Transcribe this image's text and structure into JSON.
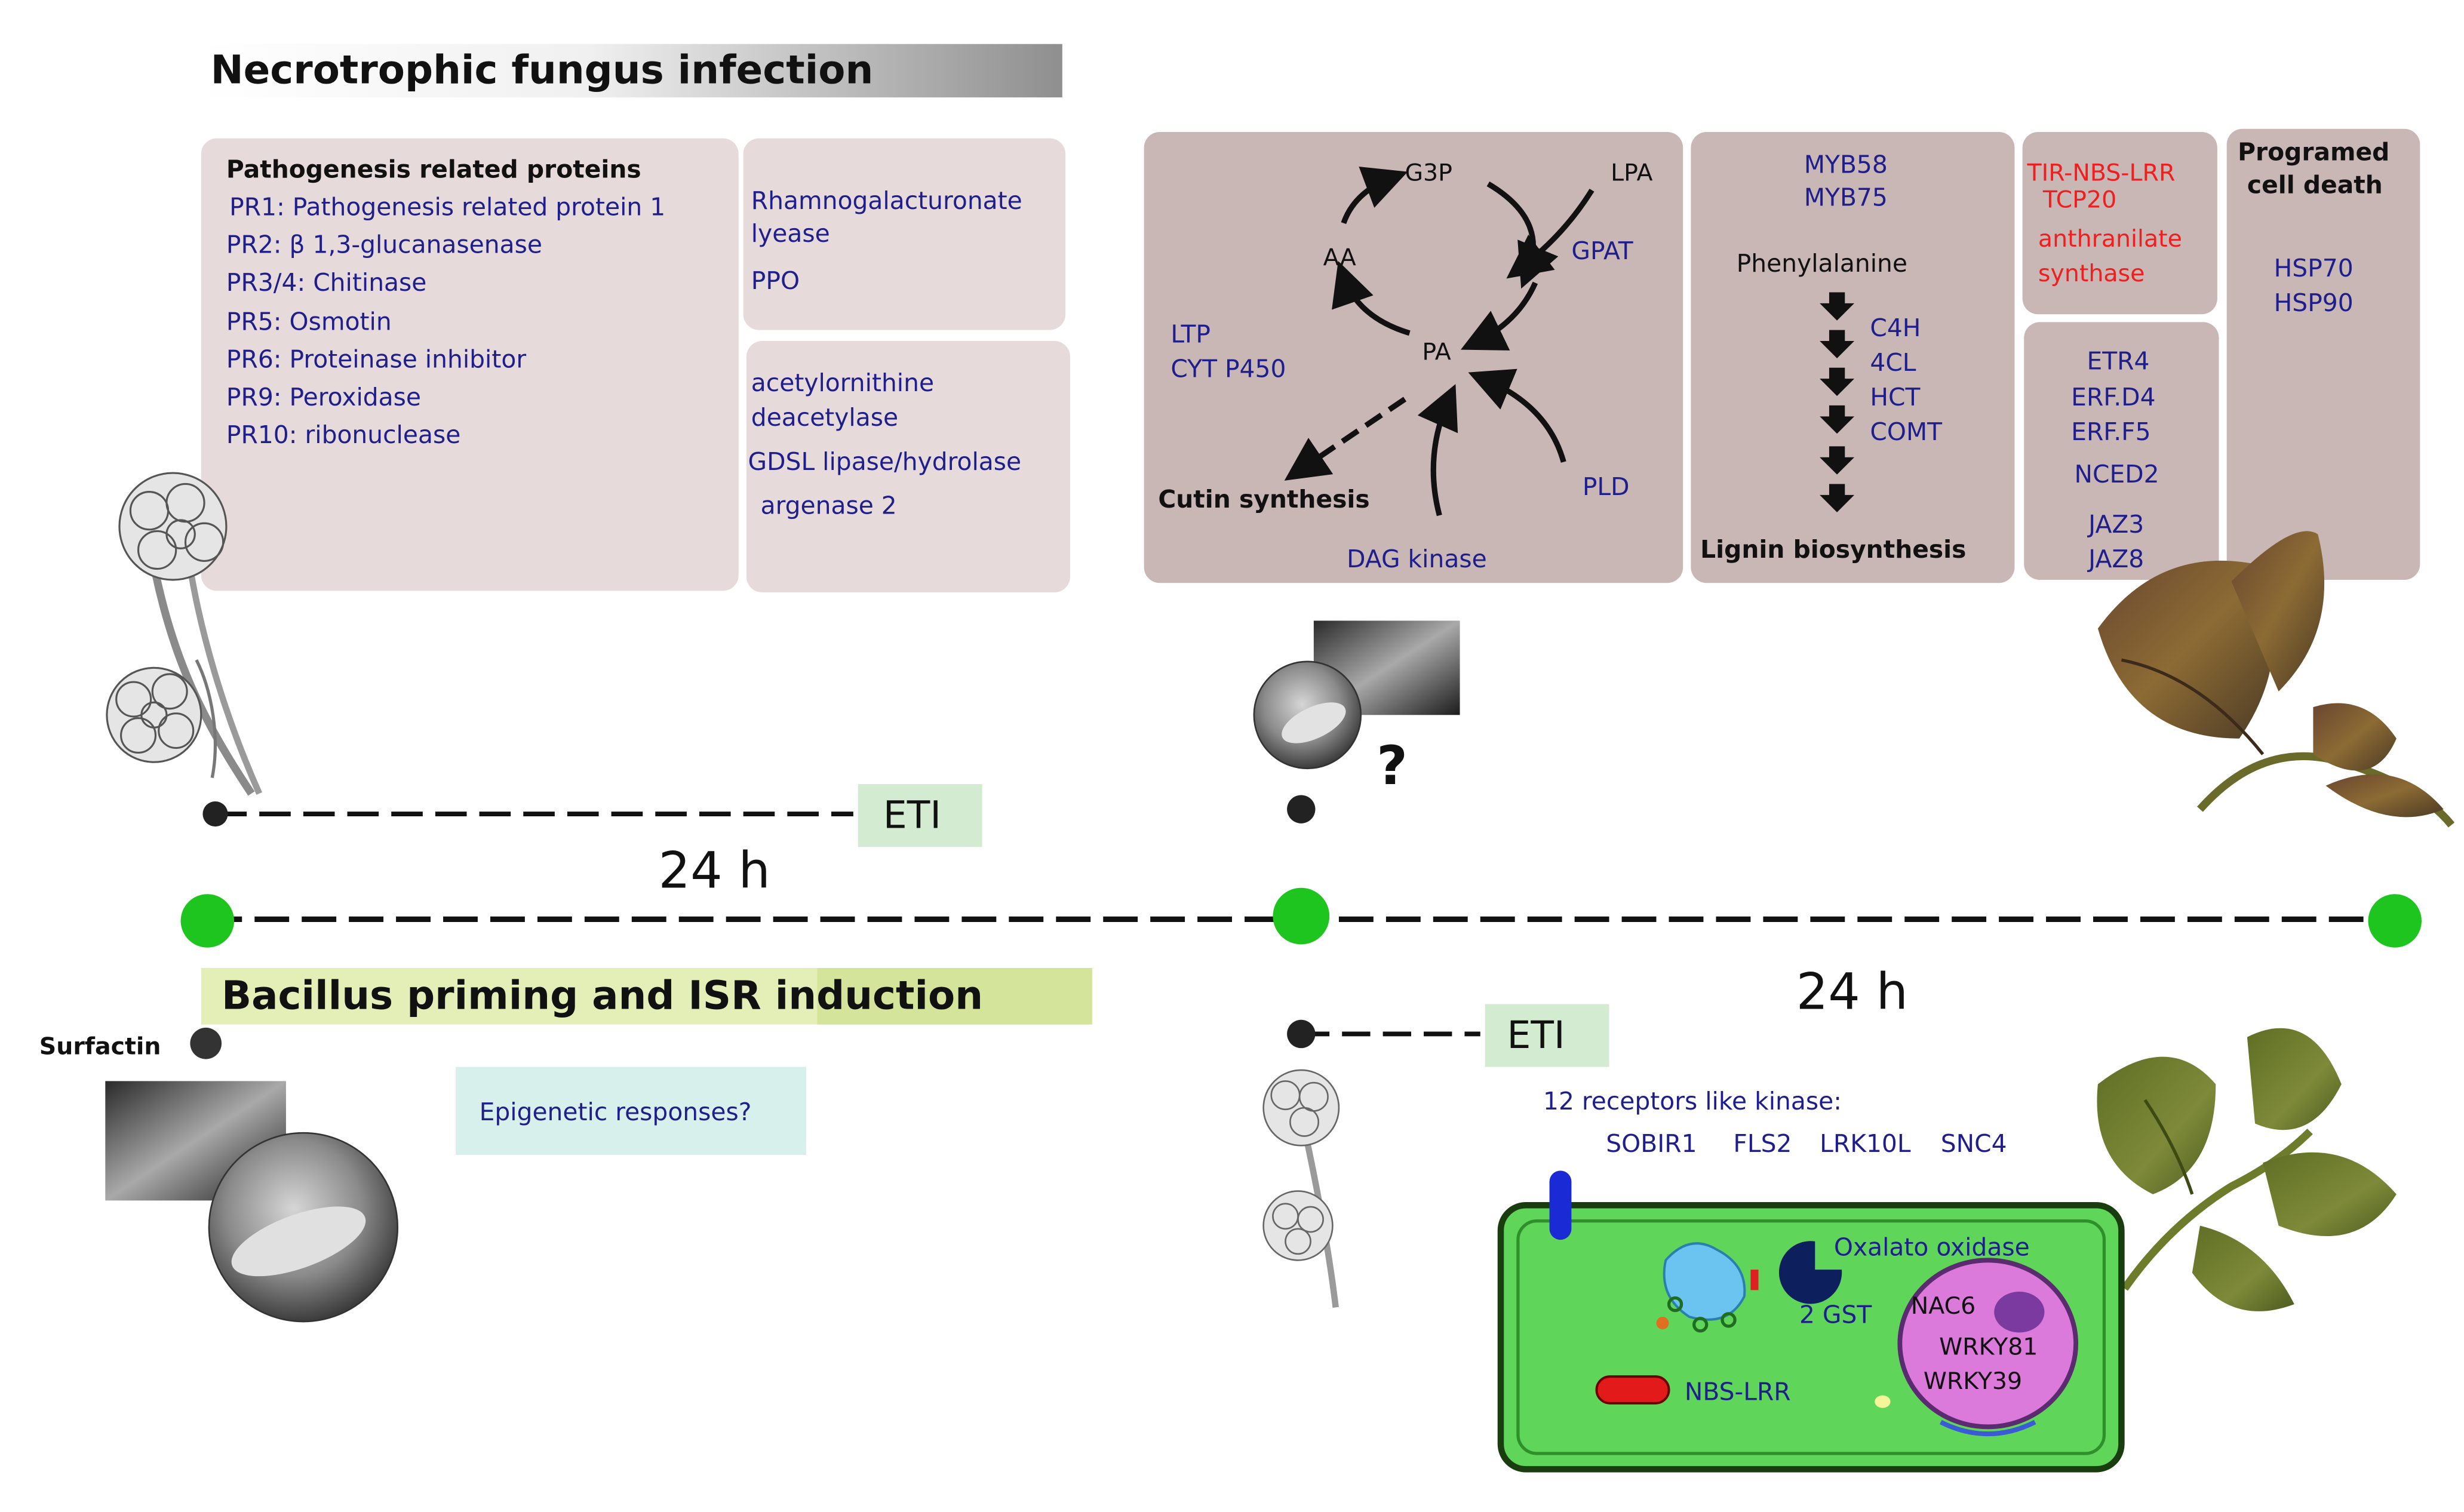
{
  "header": {
    "top_title": "Necrotrophic fungus infection",
    "bottom_title": "Bacillus priming and ISR induction"
  },
  "pr_panel": {
    "heading": "Pathogenesis related proteins",
    "items": [
      "PR1: Pathogenesis related protein 1",
      "PR2: β 1,3-glucanasenase",
      "PR3/4: Chitinase",
      "PR5: Osmotin",
      "PR6: Proteinase inhibitor",
      "PR9: Peroxidase",
      "PR10: ribonuclease"
    ]
  },
  "enzyme_panel_1": {
    "line1": "Rhamnogalacturonate",
    "line2": "lyease",
    "line3": "PPO"
  },
  "enzyme_panel_2": {
    "line1": "acetylornithine",
    "line2": "deacetylase",
    "line3": "GDSL lipase/hydrolase",
    "line4": "argenase 2"
  },
  "lipid_panel": {
    "g3p": "G3P",
    "lpa": "LPA",
    "aa": "AA",
    "gpat": "GPAT",
    "pa": "PA",
    "ltp": "LTP",
    "cyt": "CYT P450",
    "cutin": "Cutin synthesis",
    "pld": "PLD",
    "dag": "DAG kinase"
  },
  "lignin_panel": {
    "myb58": "MYB58",
    "myb75": "MYB75",
    "phe": "Phenylalanine",
    "steps": [
      "C4H",
      "4CL",
      "HCT",
      "COMT"
    ],
    "footer": "Lignin biosynthesis"
  },
  "red_panel": {
    "line1": "TIR-NBS-LRR",
    "line2": "TCP20",
    "line3": "anthranilate",
    "line4": "synthase"
  },
  "ethylene_panel": {
    "items": [
      "ETR4",
      "ERF.D4",
      "ERF.F5",
      "NCED2",
      "JAZ3",
      "JAZ8"
    ]
  },
  "death_panel": {
    "title1": "Programed",
    "title2": "cell death",
    "hsp70": "HSP70",
    "hsp90": "HSP90"
  },
  "timeline": {
    "eti_top": "ETI",
    "eti_bottom": "ETI",
    "hours_left": "24 h",
    "hours_right": "24 h",
    "question": "?"
  },
  "bottom_left": {
    "surfactin": "Surfactin",
    "epigenetic": "Epigenetic responses?"
  },
  "cell_panel": {
    "receptors_title": "12 receptors like kinase:",
    "receptors": [
      "SOBIR1",
      "FLS2",
      "LRK10L",
      "SNC4"
    ],
    "oxalato": "Oxalato oxidase",
    "gst": "2 GST",
    "nac6": "NAC6",
    "wrky81": "WRKY81",
    "wrky39": "WRKY39",
    "nbs_lrr": "NBS-LRR"
  },
  "colors": {
    "box_light": "#e6dada",
    "box_dark": "#c9b7b5",
    "gene_text": "#1e1e8c",
    "alert_text": "#f01e1e",
    "timeline_node": "#1fc51f",
    "eti_box": "#d3ecd1",
    "epigenetic_box": "#d7f0ec",
    "cell_fill": "#5fd65a",
    "nucleus_fill": "#dc7adb"
  }
}
